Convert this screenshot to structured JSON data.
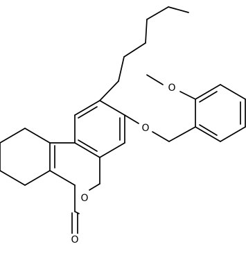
{
  "atoms": {
    "methoxy_oxygen": "O",
    "ether_oxygen": "O",
    "ring_oxygen": "O",
    "carbonyl_oxygen": "O"
  },
  "colors": {
    "bond": "#000000",
    "background": "#ffffff"
  }
}
